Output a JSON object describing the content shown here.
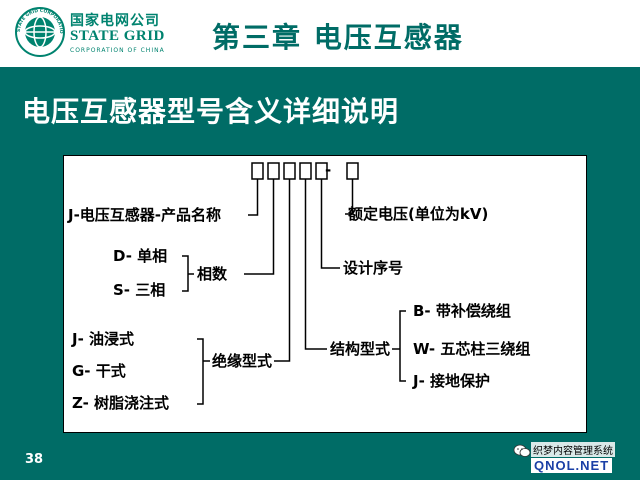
{
  "header": {
    "logo_cn": "国家电网公司",
    "logo_en": "STATE GRID",
    "logo_sub": "CORPORATION OF CHINA",
    "logo_ring_text": "STATE GRID CORPORATION OF CHINA",
    "chapter_title": "第三章  电压互感器"
  },
  "slide": {
    "title": "电压互感器型号含义详细说明",
    "page_number": "38"
  },
  "diagram": {
    "model_suffix": "-",
    "labels": {
      "product": "J-电压互感器-产品名称",
      "rated_voltage": "额定电压(单位为kV)",
      "phase_d": "D- 单相",
      "phase_s": "S- 三相",
      "phase_group": "相数",
      "design_seq": "设计序号",
      "ins_j": "J-  油浸式",
      "ins_g": "G-  干式",
      "ins_z": "Z-  树脂浇注式",
      "ins_group": "绝缘型式",
      "struct_group": "结构型式",
      "struct_b": "B- 带补偿绕组",
      "struct_w": "W-  五芯柱三绕组",
      "struct_j": "J- 接地保护"
    }
  },
  "watermark": {
    "cn": "织梦内容管理系统",
    "en": "QNOL.NET"
  },
  "colors": {
    "background": "#006C66",
    "header_text": "#006C66",
    "logo": "#00836F",
    "watermark_blue": "#1A3FA6"
  }
}
